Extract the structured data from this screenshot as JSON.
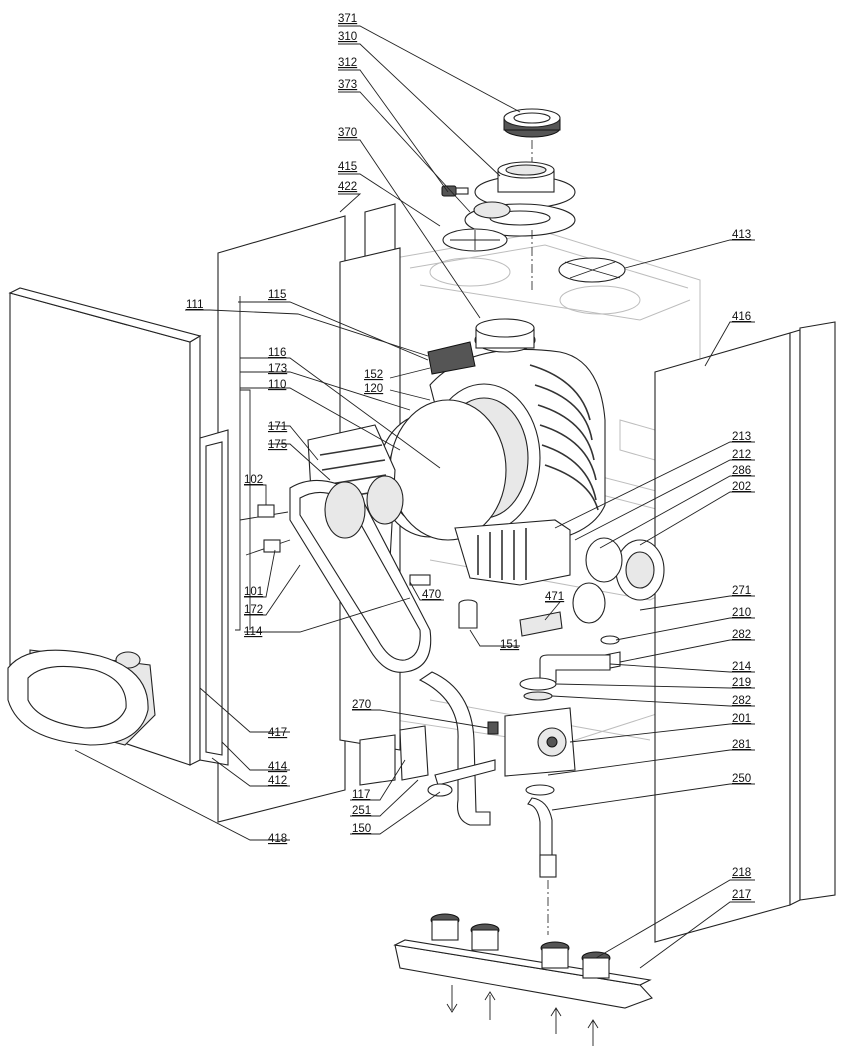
{
  "callouts": [
    {
      "id": "371",
      "text": "371"
    },
    {
      "id": "310",
      "text": "310"
    },
    {
      "id": "312",
      "text": "312"
    },
    {
      "id": "373",
      "text": "373"
    },
    {
      "id": "370",
      "text": "370"
    },
    {
      "id": "415",
      "text": "415"
    },
    {
      "id": "422",
      "text": "422"
    },
    {
      "id": "413",
      "text": "413"
    },
    {
      "id": "111",
      "text": "111"
    },
    {
      "id": "115",
      "text": "115"
    },
    {
      "id": "416",
      "text": "416"
    },
    {
      "id": "152",
      "text": "152"
    },
    {
      "id": "120",
      "text": "120"
    },
    {
      "id": "116",
      "text": "116"
    },
    {
      "id": "173",
      "text": "173"
    },
    {
      "id": "110",
      "text": "110"
    },
    {
      "id": "171",
      "text": "171"
    },
    {
      "id": "175",
      "text": "175"
    },
    {
      "id": "213",
      "text": "213"
    },
    {
      "id": "212",
      "text": "212"
    },
    {
      "id": "286",
      "text": "286"
    },
    {
      "id": "202",
      "text": "202"
    },
    {
      "id": "102",
      "text": "102"
    },
    {
      "id": "101",
      "text": "101"
    },
    {
      "id": "172",
      "text": "172"
    },
    {
      "id": "114",
      "text": "114"
    },
    {
      "id": "470",
      "text": "470"
    },
    {
      "id": "471",
      "text": "471"
    },
    {
      "id": "271",
      "text": "271"
    },
    {
      "id": "210",
      "text": "210"
    },
    {
      "id": "282a",
      "text": "282"
    },
    {
      "id": "151",
      "text": "151"
    },
    {
      "id": "214",
      "text": "214"
    },
    {
      "id": "219",
      "text": "219"
    },
    {
      "id": "282b",
      "text": "282"
    },
    {
      "id": "270",
      "text": "270"
    },
    {
      "id": "201",
      "text": "201"
    },
    {
      "id": "417",
      "text": "417"
    },
    {
      "id": "414",
      "text": "414"
    },
    {
      "id": "412",
      "text": "412"
    },
    {
      "id": "281",
      "text": "281"
    },
    {
      "id": "250",
      "text": "250"
    },
    {
      "id": "117",
      "text": "117"
    },
    {
      "id": "251",
      "text": "251"
    },
    {
      "id": "150",
      "text": "150"
    },
    {
      "id": "418",
      "text": "418"
    },
    {
      "id": "218",
      "text": "218"
    },
    {
      "id": "217",
      "text": "217"
    }
  ]
}
